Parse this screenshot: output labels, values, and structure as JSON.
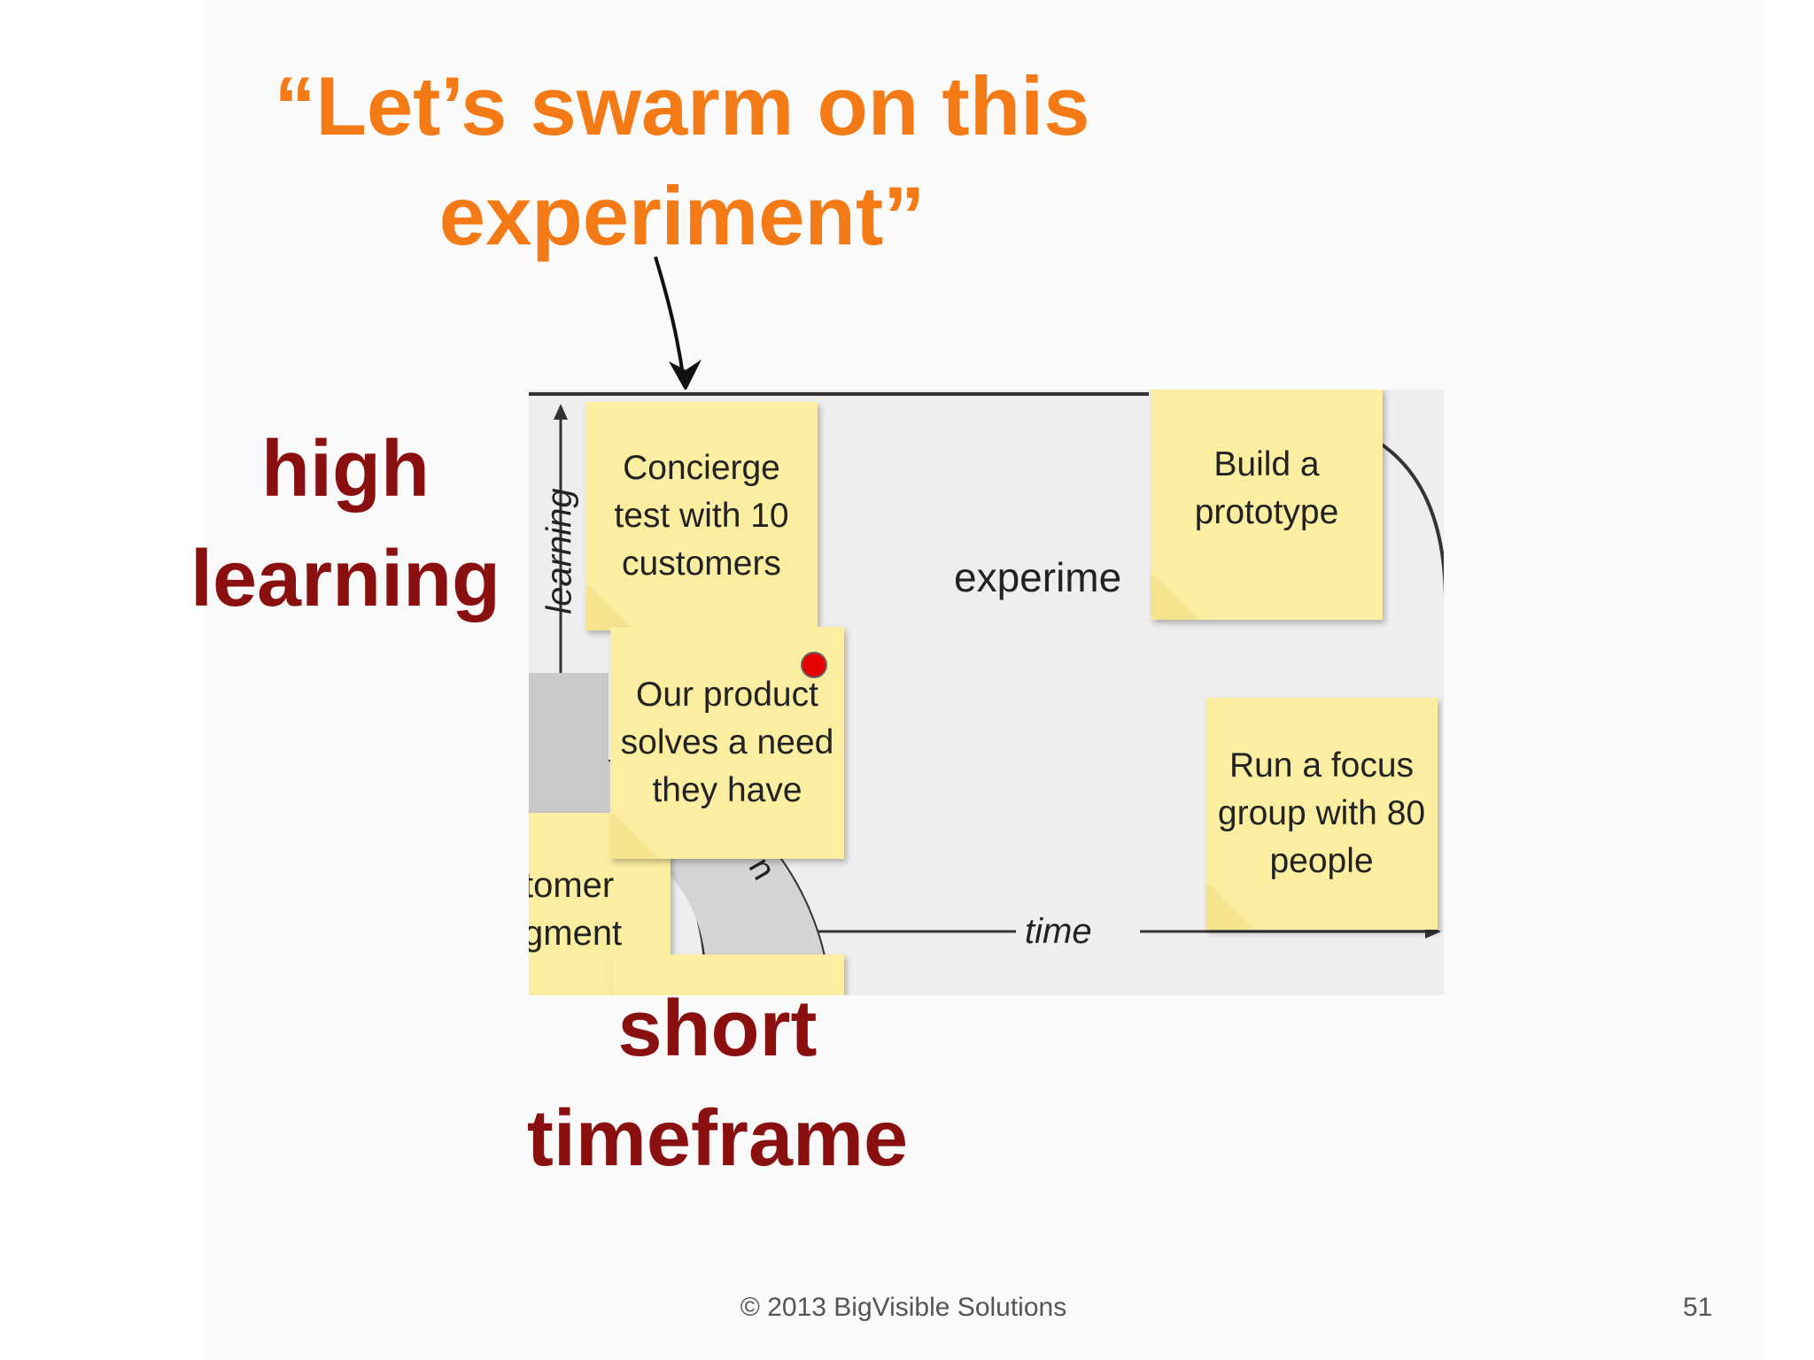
{
  "slide": {
    "title_lines": [
      "“Let’s swarm on this",
      "experiment”"
    ],
    "label_high_learning": [
      "high",
      "learning"
    ],
    "label_short_timeframe": [
      "short",
      "timeframe"
    ],
    "footer": {
      "copyright": "© 2013 BigVisible Solutions",
      "page_number": "51"
    }
  },
  "diagram": {
    "axis_y_label": "learning",
    "axis_x_label": "time",
    "region_label_partial": "experime",
    "partial_labels": [
      "tomer",
      "gment",
      "n"
    ],
    "notes": {
      "concierge": "Concierge test with 10 customers",
      "prototype": "Build a prototype",
      "product": "Our product solves a need they have",
      "focus": "Run a focus group with 80 people"
    },
    "colors": {
      "note_fill": "#fbeea0",
      "title": "#f47a16",
      "axis_labels": "#8a1010",
      "marker": "#e60000"
    }
  }
}
